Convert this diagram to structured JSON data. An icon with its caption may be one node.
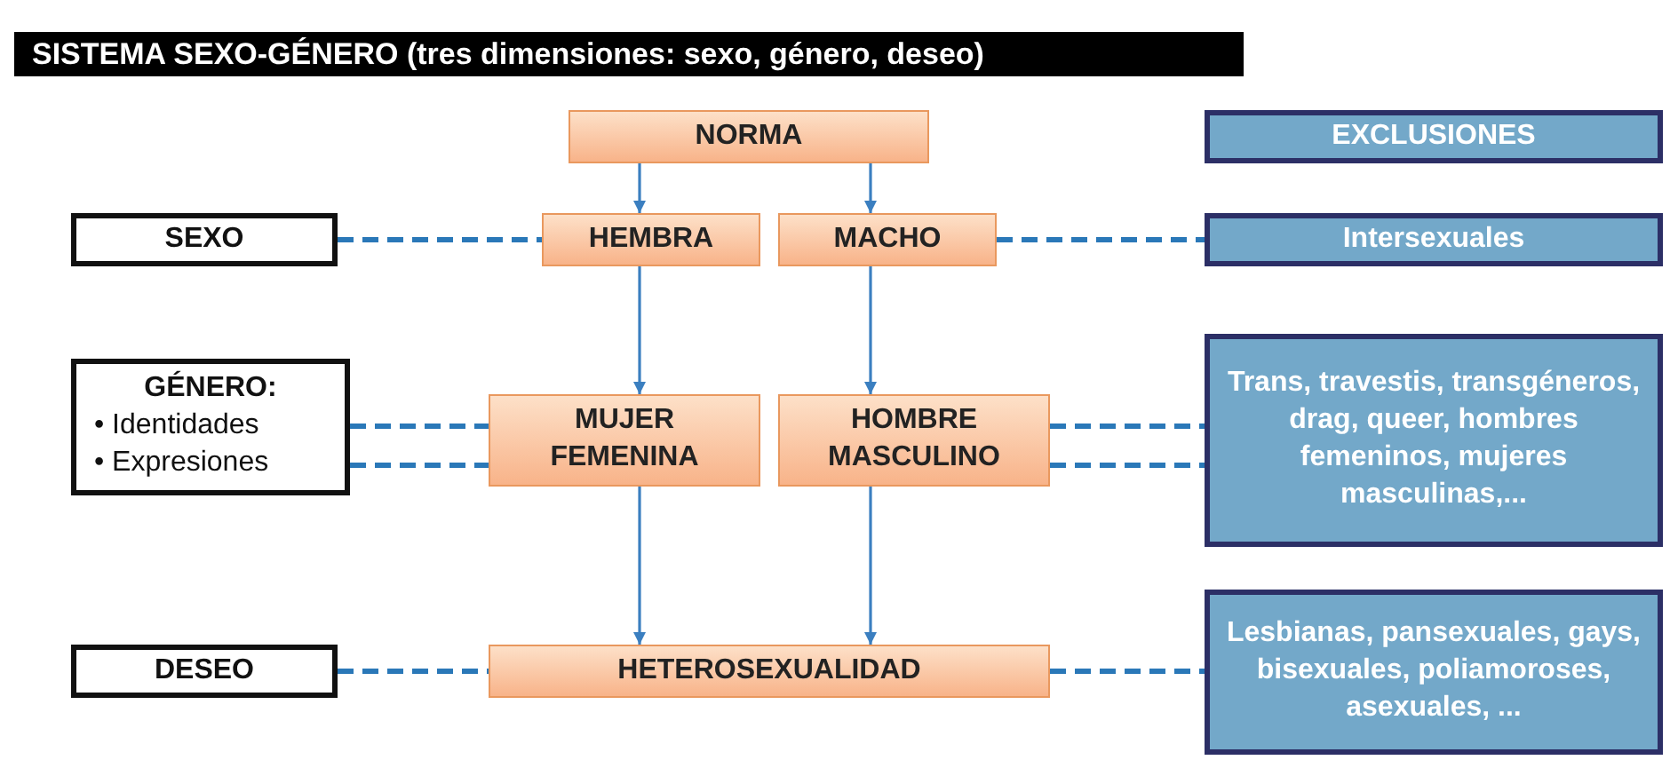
{
  "diagram": {
    "title": "SISTEMA SEXO-GÉNERO (tres dimensiones: sexo, género, deseo)",
    "nodes": [
      {
        "text": [
          "NORMA"
        ]
      },
      {
        "text": [
          "EXCLUSIONES"
        ]
      },
      {
        "text": [
          "SEXO"
        ]
      },
      {
        "text": [
          "HEMBRA"
        ]
      },
      {
        "text": [
          "MACHO"
        ]
      },
      {
        "text": [
          "Intersexuales"
        ]
      },
      {
        "text": [
          "GÉNERO:",
          "• Identidades",
          "• Expresiones"
        ]
      },
      {
        "text": [
          "MUJER FEMENINA"
        ]
      },
      {
        "text": [
          "HOMBRE MASCULINO"
        ]
      },
      {
        "text": [
          "Trans, travestis, transgéneros, drag, queer, hombres femeninos, mujeres masculinas,..."
        ]
      },
      {
        "text": [
          "DESEO"
        ]
      },
      {
        "text": [
          "HETEROSEXUALIDAD"
        ]
      },
      {
        "text": [
          "Lesbianas, pansexuales, gays, bisexuales, poliamoroses, asexuales, ..."
        ]
      }
    ],
    "edges": [
      {
        "from": 0,
        "to": 3,
        "arrow": "to"
      },
      {
        "from": 0,
        "to": 4,
        "arrow": "to"
      },
      {
        "from": 3,
        "to": 7,
        "arrow": "to"
      },
      {
        "from": 4,
        "to": 8,
        "arrow": "to"
      },
      {
        "from": 7,
        "to": 11,
        "arrow": "to"
      },
      {
        "from": 8,
        "to": 11,
        "arrow": "to"
      },
      {
        "from": 2,
        "to": 3,
        "arrow": "none",
        "style": "dashed"
      },
      {
        "from": 4,
        "to": 5,
        "arrow": "none",
        "style": "dashed"
      },
      {
        "from": 6,
        "to": 7,
        "arrow": "none",
        "style": "dashed"
      },
      {
        "from": 6,
        "to": 7,
        "arrow": "none",
        "style": "dashed"
      },
      {
        "from": 8,
        "to": 9,
        "arrow": "none",
        "style": "dashed"
      },
      {
        "from": 8,
        "to": 9,
        "arrow": "none",
        "style": "dashed"
      },
      {
        "from": 10,
        "to": 11,
        "arrow": "none",
        "style": "dashed"
      },
      {
        "from": 11,
        "to": 12,
        "arrow": "none",
        "style": "dashed"
      }
    ]
  }
}
